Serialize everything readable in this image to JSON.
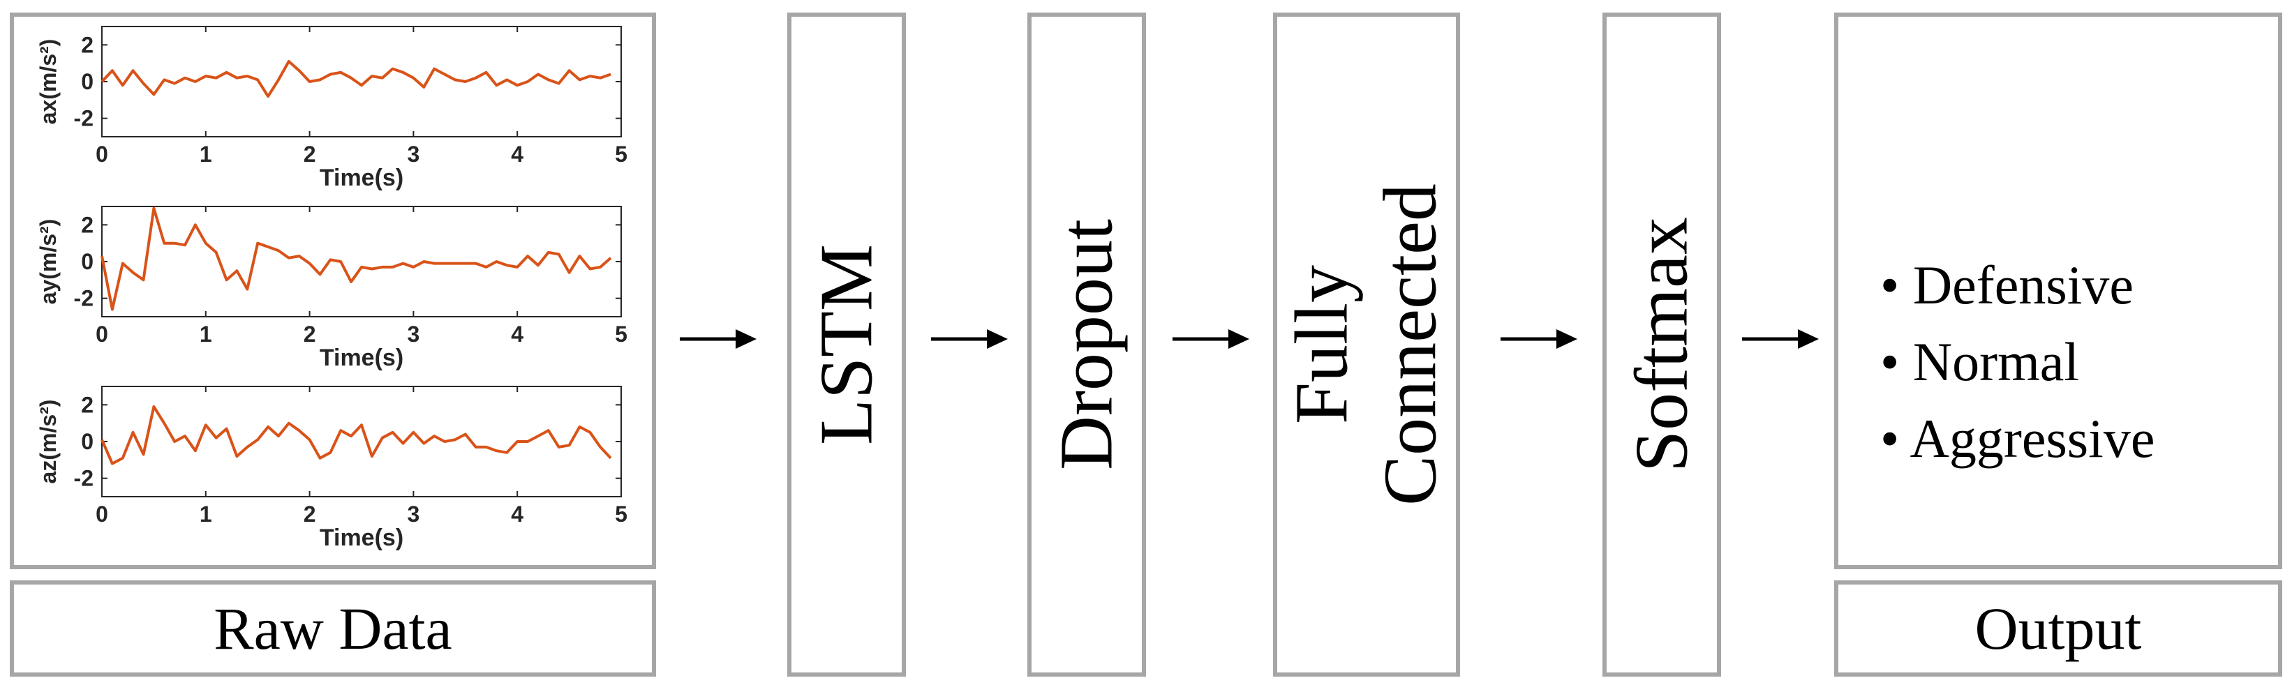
{
  "stages": {
    "raw_data": "Raw Data",
    "lstm": "LSTM",
    "dropout": "Dropout",
    "fully_connected": [
      "Fully",
      "Connected"
    ],
    "softmax": "Softmax",
    "output": "Output"
  },
  "output_classes": [
    "Defensive",
    "Normal",
    "Aggressive"
  ],
  "chart_data": [
    {
      "type": "line",
      "ylabel": "ax(m/s²)",
      "xlabel": "Time(s)",
      "xlim": [
        0,
        5
      ],
      "ylim": [
        -3,
        3
      ],
      "xticks": [
        "0",
        "1",
        "2",
        "3",
        "4",
        "5"
      ],
      "yticks": [
        "2",
        "0",
        "-2"
      ],
      "color": "#d95319",
      "x": [
        0,
        0.1,
        0.2,
        0.3,
        0.4,
        0.5,
        0.6,
        0.7,
        0.8,
        0.9,
        1.0,
        1.1,
        1.2,
        1.3,
        1.4,
        1.5,
        1.6,
        1.7,
        1.8,
        1.9,
        2.0,
        2.1,
        2.2,
        2.3,
        2.4,
        2.5,
        2.6,
        2.7,
        2.8,
        2.9,
        3.0,
        3.1,
        3.2,
        3.3,
        3.4,
        3.5,
        3.6,
        3.7,
        3.8,
        3.9,
        4.0,
        4.1,
        4.2,
        4.3,
        4.4,
        4.5,
        4.6,
        4.7,
        4.8,
        4.9
      ],
      "y": [
        0.0,
        0.6,
        -0.2,
        0.6,
        -0.1,
        -0.7,
        0.1,
        -0.1,
        0.2,
        0.0,
        0.3,
        0.2,
        0.5,
        0.2,
        0.3,
        0.1,
        -0.8,
        0.1,
        1.1,
        0.6,
        0.0,
        0.1,
        0.4,
        0.5,
        0.2,
        -0.2,
        0.3,
        0.2,
        0.7,
        0.5,
        0.2,
        -0.3,
        0.7,
        0.4,
        0.1,
        0.0,
        0.2,
        0.5,
        -0.2,
        0.1,
        -0.2,
        0.0,
        0.4,
        0.1,
        -0.1,
        0.6,
        0.1,
        0.3,
        0.2,
        0.4
      ]
    },
    {
      "type": "line",
      "ylabel": "ay(m/s²)",
      "xlabel": "Time(s)",
      "xlim": [
        0,
        5
      ],
      "ylim": [
        -3,
        3
      ],
      "xticks": [
        "0",
        "1",
        "2",
        "3",
        "4",
        "5"
      ],
      "yticks": [
        "2",
        "0",
        "-2"
      ],
      "color": "#d95319",
      "x": [
        0,
        0.1,
        0.2,
        0.3,
        0.4,
        0.5,
        0.6,
        0.7,
        0.8,
        0.9,
        1.0,
        1.1,
        1.2,
        1.3,
        1.4,
        1.5,
        1.6,
        1.7,
        1.8,
        1.9,
        2.0,
        2.1,
        2.2,
        2.3,
        2.4,
        2.5,
        2.6,
        2.7,
        2.8,
        2.9,
        3.0,
        3.1,
        3.2,
        3.3,
        3.4,
        3.5,
        3.6,
        3.7,
        3.8,
        3.9,
        4.0,
        4.1,
        4.2,
        4.3,
        4.4,
        4.5,
        4.6,
        4.7,
        4.8,
        4.9
      ],
      "y": [
        0.3,
        -2.6,
        -0.1,
        -0.6,
        -1.0,
        2.9,
        1.0,
        1.0,
        0.9,
        2.0,
        1.0,
        0.5,
        -1.0,
        -0.5,
        -1.5,
        1.0,
        0.8,
        0.6,
        0.2,
        0.3,
        -0.1,
        -0.7,
        0.1,
        0.0,
        -1.1,
        -0.3,
        -0.4,
        -0.3,
        -0.3,
        -0.1,
        -0.3,
        0.0,
        -0.1,
        -0.1,
        -0.1,
        -0.1,
        -0.1,
        -0.3,
        0.0,
        -0.2,
        -0.3,
        0.3,
        -0.2,
        0.5,
        0.4,
        -0.6,
        0.3,
        -0.4,
        -0.3,
        0.2
      ]
    },
    {
      "type": "line",
      "ylabel": "az(m/s²)",
      "xlabel": "Time(s)",
      "xlim": [
        0,
        5
      ],
      "ylim": [
        -3,
        3
      ],
      "xticks": [
        "0",
        "1",
        "2",
        "3",
        "4",
        "5"
      ],
      "yticks": [
        "2",
        "0",
        "-2"
      ],
      "color": "#d95319",
      "x": [
        0,
        0.1,
        0.2,
        0.3,
        0.4,
        0.5,
        0.6,
        0.7,
        0.8,
        0.9,
        1.0,
        1.1,
        1.2,
        1.3,
        1.4,
        1.5,
        1.6,
        1.7,
        1.8,
        1.9,
        2.0,
        2.1,
        2.2,
        2.3,
        2.4,
        2.5,
        2.6,
        2.7,
        2.8,
        2.9,
        3.0,
        3.1,
        3.2,
        3.3,
        3.4,
        3.5,
        3.6,
        3.7,
        3.8,
        3.9,
        4.0,
        4.1,
        4.2,
        4.3,
        4.4,
        4.5,
        4.6,
        4.7,
        4.8,
        4.9
      ],
      "y": [
        0.1,
        -1.2,
        -0.9,
        0.5,
        -0.7,
        1.9,
        1.0,
        0.0,
        0.3,
        -0.5,
        0.9,
        0.2,
        0.7,
        -0.8,
        -0.3,
        0.1,
        0.8,
        0.3,
        1.0,
        0.6,
        0.1,
        -0.9,
        -0.6,
        0.6,
        0.3,
        0.9,
        -0.8,
        0.2,
        0.5,
        -0.1,
        0.5,
        -0.1,
        0.3,
        0.0,
        0.1,
        0.4,
        -0.3,
        -0.3,
        -0.5,
        -0.6,
        0.0,
        0.0,
        0.3,
        0.6,
        -0.3,
        -0.2,
        0.8,
        0.5,
        -0.3,
        -0.9
      ]
    }
  ]
}
